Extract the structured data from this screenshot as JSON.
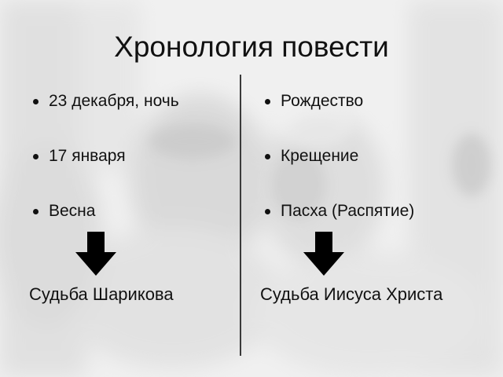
{
  "slide": {
    "title": "Хронология повести",
    "left_column": {
      "items": [
        {
          "label": "23 декабря, ночь"
        },
        {
          "label": "17 января"
        },
        {
          "label": "Весна"
        }
      ],
      "result": "Судьба Шарикова"
    },
    "right_column": {
      "items": [
        {
          "label": "Рождество"
        },
        {
          "label": "Крещение"
        },
        {
          "label": "Пасха (Распятие)"
        }
      ],
      "result": "Судьба Иисуса Христа"
    },
    "icons": {
      "arrow": "arrow-down-icon",
      "bullet": "bullet-icon"
    },
    "colors": {
      "background": "#e6e6e6",
      "text": "#111111",
      "arrow": "#000000"
    }
  }
}
